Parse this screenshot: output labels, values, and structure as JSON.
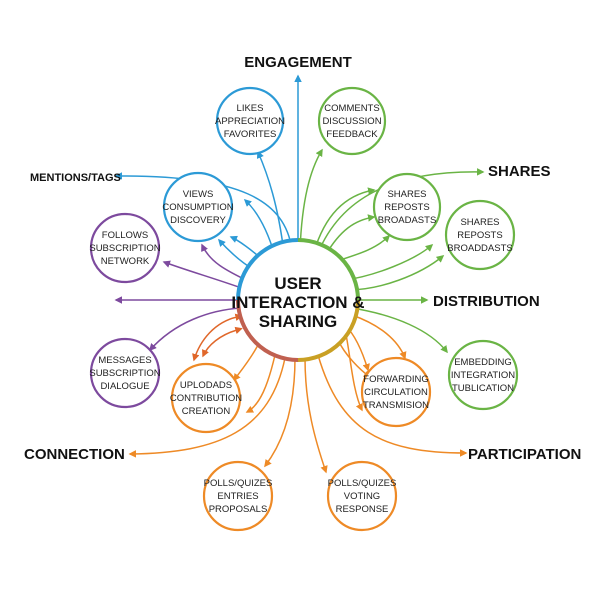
{
  "colors": {
    "blue": "#2c9ad6",
    "green": "#6ab445",
    "purple": "#7d4a9e",
    "orange": "#ee8a26",
    "rust": "#e0672a",
    "text": "#111111"
  },
  "center": {
    "lines": [
      "USER",
      "INTERACTION &",
      "SHARING"
    ]
  },
  "categories": {
    "engagement": "ENGAGEMENT",
    "mentions": "MENTIONS/TAGS",
    "shares": "SHARES",
    "distribution": "DISTRIBUTION",
    "connection": "CONNECTION",
    "participation": "PARTICIPATION"
  },
  "nodes": [
    {
      "id": "likes",
      "color": "blue",
      "lines": [
        "LIKES",
        "APPRECIATION",
        "FAVORITES"
      ]
    },
    {
      "id": "comments",
      "color": "green",
      "lines": [
        "COMMENTS",
        "DISCUSSION",
        "FEEDBACK"
      ]
    },
    {
      "id": "views",
      "color": "blue",
      "lines": [
        "VIEWS",
        "CONSUMPTION",
        "DISCOVERY"
      ]
    },
    {
      "id": "follows",
      "color": "purple",
      "lines": [
        "FOLLOWS",
        "SUBSCRIPTION",
        "NETWORK"
      ]
    },
    {
      "id": "shares-inner",
      "color": "green",
      "lines": [
        "SHARES",
        "REPOSTS",
        "BROADASTS"
      ]
    },
    {
      "id": "shares-outer",
      "color": "green",
      "lines": [
        "SHARES",
        "REPOSTS",
        "BROADDASTS"
      ]
    },
    {
      "id": "messages",
      "color": "purple",
      "lines": [
        "MESSAGES",
        "SUBSCRIPTION",
        "DIALOGUE"
      ]
    },
    {
      "id": "uploads",
      "color": "orange",
      "lines": [
        "UPLODADS",
        "CONTRIBUTION",
        "CREATION"
      ]
    },
    {
      "id": "forwarding",
      "color": "orange",
      "lines": [
        "FORWARDING",
        "CIRCULATION",
        "TRANSMISION"
      ]
    },
    {
      "id": "embedding",
      "color": "green",
      "lines": [
        "EMBEDDING",
        "INTEGRATION",
        "TUBLICATION"
      ]
    },
    {
      "id": "polls-entries",
      "color": "orange",
      "lines": [
        "POLLS/QUIZES",
        "ENTRIES",
        "PROPOSALS"
      ]
    },
    {
      "id": "polls-voting",
      "color": "orange",
      "lines": [
        "POLLS/QUIZES",
        "VOTING",
        "RESPONSE"
      ]
    }
  ]
}
